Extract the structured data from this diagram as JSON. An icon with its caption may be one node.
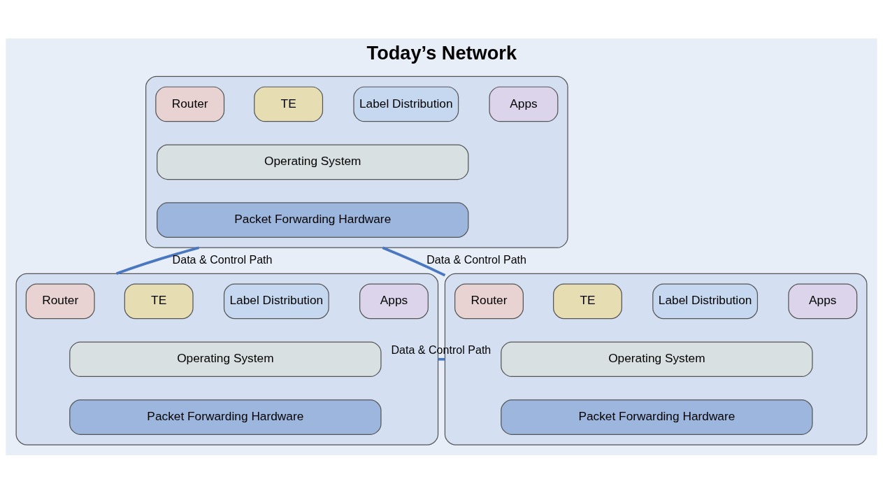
{
  "diagram": {
    "title": "Today’s Network",
    "nodes": [
      {
        "text": [],
        "shape": "box"
      },
      {
        "text": [
          "Router"
        ],
        "in": 0
      },
      {
        "text": [
          "TE"
        ],
        "in": 0
      },
      {
        "text": [
          "Label Distribution"
        ],
        "in": 0
      },
      {
        "text": [
          "Apps"
        ],
        "in": 0
      },
      {
        "text": [
          "Operating System"
        ],
        "in": 0
      },
      {
        "text": [
          "Packet Forwarding Hardware"
        ],
        "in": 0
      },
      {
        "text": [],
        "shape": "box"
      },
      {
        "text": [
          "Router"
        ],
        "in": 7
      },
      {
        "text": [
          "TE"
        ],
        "in": 7
      },
      {
        "text": [
          "Label Distribution"
        ],
        "in": 7
      },
      {
        "text": [
          "Apps"
        ],
        "in": 7
      },
      {
        "text": [
          "Operating System"
        ],
        "in": 7
      },
      {
        "text": [
          "Packet Forwarding Hardware"
        ],
        "in": 7
      },
      {
        "text": [],
        "shape": "box"
      },
      {
        "text": [
          "Router"
        ],
        "in": 14
      },
      {
        "text": [
          "TE"
        ],
        "in": 14
      },
      {
        "text": [
          "Label Distribution"
        ],
        "in": 14
      },
      {
        "text": [
          "Apps"
        ],
        "in": 14
      },
      {
        "text": [
          "Operating System"
        ],
        "in": 14
      },
      {
        "text": [
          "Packet Forwarding Hardware"
        ],
        "in": 14
      }
    ],
    "edges": [
      {
        "from": 0,
        "to": 7,
        "arrow": "none",
        "label": "Data & Control Path"
      },
      {
        "from": 0,
        "to": 14,
        "arrow": "none",
        "label": "Data & Control Path"
      },
      {
        "from": 7,
        "to": 14,
        "arrow": "none",
        "label": "Data & Control Path"
      }
    ]
  }
}
